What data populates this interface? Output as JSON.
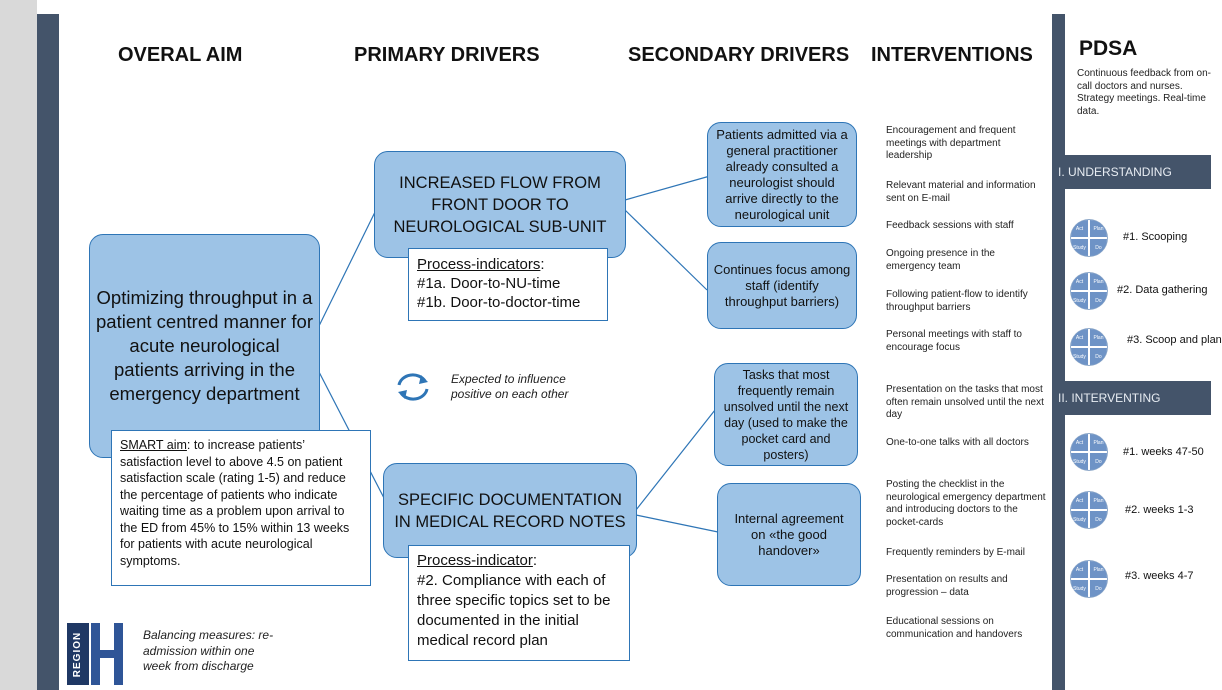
{
  "headers": {
    "overall_aim": "OVERAL AIM",
    "primary_drivers": "PRIMARY DRIVERS",
    "secondary_drivers": "SECONDARY DRIVERS",
    "interventions": "INTERVENTIONS"
  },
  "aim_text": "Optimizing  throughput in a patient centred manner for acute neurological patients arriving in the emergency department",
  "smart_aim": {
    "label": "SMART aim",
    "text": ":  to increase patients’ satisfaction level to above 4.5 on patient satisfaction scale (rating 1-5) and reduce the percentage of patients who indicate waiting time as a problem upon arrival to the ED from 45% to 15% within 13 weeks for patients with acute neurological symptoms."
  },
  "primary1": {
    "title": "INCREASED FLOW FROM FRONT DOOR TO NEUROLOGICAL SUB-UNIT",
    "indicator_label": "Process-indicators",
    "indicator_colon": ":",
    "line1": "#1a. Door-to-NU-time",
    "line2": "#1b. Door-to-doctor-time"
  },
  "primary2": {
    "title": "SPECIFIC DOCUMENTATION IN MEDICAL RECORD NOTES",
    "indicator_label": "Process-indicator",
    "indicator_colon": ":",
    "text": "#2. Compliance with each of three specific topics set to be documented in the initial medical record plan"
  },
  "secondary": [
    "Patients admitted via a general practitioner already consulted a neurologist should arrive directly to the neurological unit",
    "Continues focus among staff (identify throughput barriers)",
    "Tasks that most frequently remain unsolved until the next day (used to make the pocket card and posters)",
    "Internal agreement on «the good handover»"
  ],
  "influence_note": "Expected to influence positive on each other",
  "balancing_note": "Balancing measures: re-admission within one week from discharge",
  "logo_text": "REGION",
  "interventions": [
    "Encouragement and frequent meetings with department leadership",
    "Relevant material and information sent on E-mail",
    "Feedback sessions with staff",
    "Ongoing presence in the emergency team",
    "Following patient-flow to identify throughput barriers",
    "Personal meetings with staff to encourage focus",
    "Presentation on the tasks that most often remain unsolved until the next day",
    "One-to-one talks with all doctors",
    "Posting the checklist in the neurological emergency department and introducing doctors to the pocket-cards",
    "Frequently reminders by E-mail",
    "Presentation on results and progression – data",
    "Educational sessions on communication and handovers"
  ],
  "pdsa": {
    "title": "PDSA",
    "description": "Continuous feedback from on-call doctors and nurses. Strategy meetings. Real-time data.",
    "phase1": "I. UNDERSTANDING",
    "phase2": "II. INTERVENTING",
    "cycle_quadrants": [
      "Act",
      "Plan",
      "Study",
      "Do"
    ],
    "cycles_understanding": [
      "#1. Scooping",
      "#2. Data gathering",
      "#3. Scoop and plan"
    ],
    "cycles_intervening": [
      "#1. weeks 47-50",
      "#2. weeks 1-3",
      "#3. weeks 4-7"
    ]
  },
  "colors": {
    "box_fill": "#9dc3e6",
    "box_border": "#2e75b6",
    "sidebar": "#44546a"
  }
}
